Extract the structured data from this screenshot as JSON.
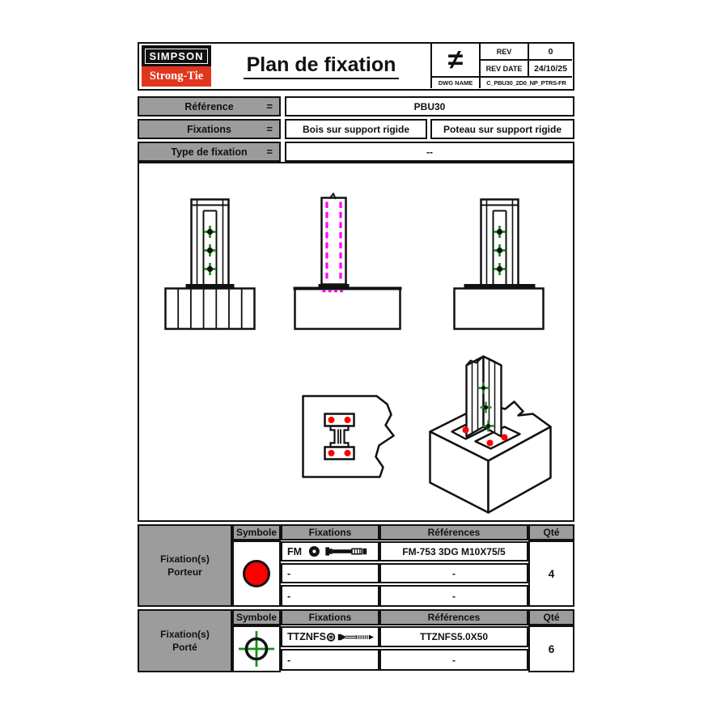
{
  "logo": {
    "top": "SIMPSON",
    "bottom": "Strong-Tie"
  },
  "header": {
    "title": "Plan de fixation",
    "neq_symbol": "≠",
    "rev_label": "REV",
    "rev_value": "0",
    "rev_date_label": "REV DATE",
    "rev_date_value": "24/10/25",
    "dwg_name_label": "DWG NAME",
    "dwg_name_value": "C_PBU30_2D0_NP_PTRS-FR"
  },
  "ref_table": {
    "rows": [
      {
        "label": "Référence",
        "eq": "=",
        "value": "PBU30"
      },
      {
        "label": "Fixations",
        "eq": "=",
        "value_left": "Bois sur support rigide",
        "value_right": "Poteau sur support rigide"
      },
      {
        "label": "Type de fixation",
        "eq": "=",
        "value": "--"
      }
    ]
  },
  "porteur_table": {
    "label_line1": "Fixation(s)",
    "label_line2": "Porteur",
    "headers": {
      "symbole": "Symbole",
      "fixations": "Fixations",
      "references": "Références",
      "qty": "Qté"
    },
    "rows": [
      {
        "fixation": "FM",
        "reference": "FM-753 3DG M10X75/5"
      },
      {
        "fixation": "-",
        "reference": "-"
      },
      {
        "fixation": "-",
        "reference": "-"
      }
    ],
    "qty": "4"
  },
  "porte_table": {
    "label_line1": "Fixation(s)",
    "label_line2": "Porté",
    "headers": {
      "symbole": "Symbole",
      "fixations": "Fixations",
      "references": "Références",
      "qty": "Qté"
    },
    "rows": [
      {
        "fixation": "TTZNFS",
        "reference": "TTZNFS5.0X50"
      },
      {
        "fixation": "-",
        "reference": "-"
      }
    ],
    "qty": "6"
  },
  "colors": {
    "porteur_symbol_red": "#FF0000",
    "porte_symbol_green": "#169016",
    "hidden_line_magenta": "#FF00FF",
    "logo_red": "#E0361F",
    "table_header_gray": "#9C9C9C"
  }
}
